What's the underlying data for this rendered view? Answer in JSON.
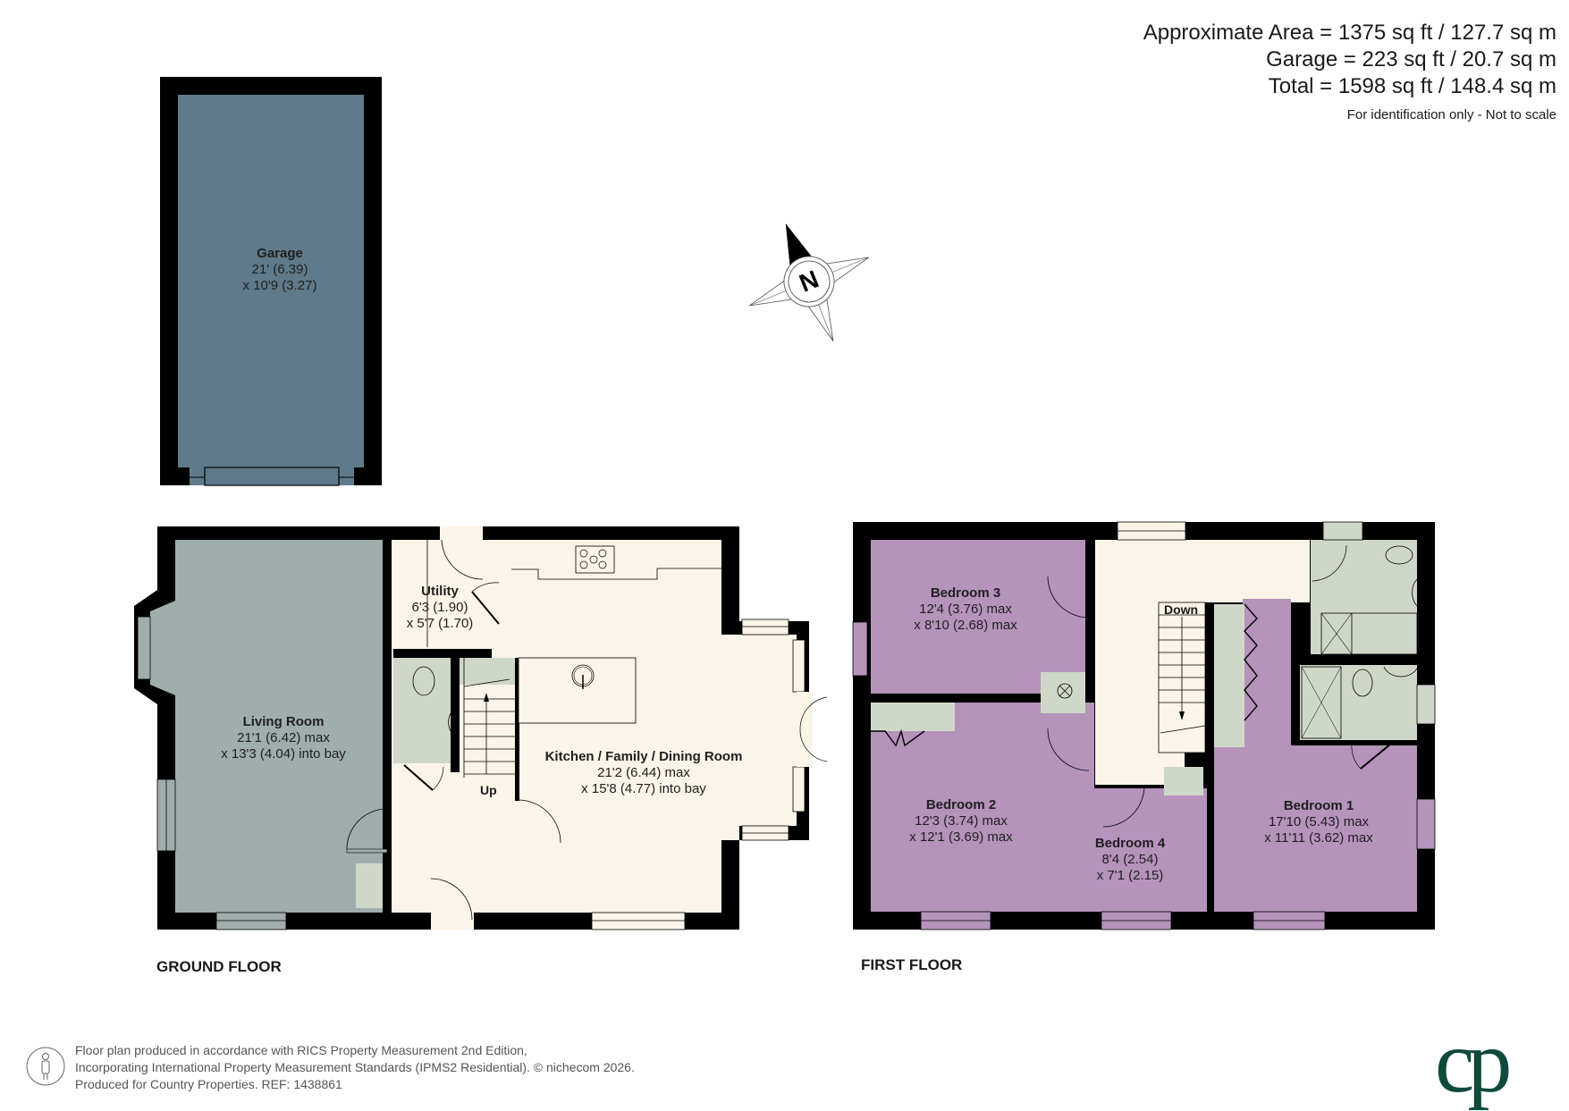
{
  "areas": {
    "approximate": "Approximate Area = 1375 sq ft / 127.7 sq m",
    "garage": "Garage = 223 sq ft / 20.7 sq m",
    "total": "Total = 1598 sq ft / 148.4 sq m",
    "note": "For identification only - Not to scale"
  },
  "compass": {
    "label": "N",
    "icon": "compass-rose-icon"
  },
  "garage": {
    "name": "Garage",
    "dim1": "21' (6.39)",
    "dim2": "x 10'9 (3.27)",
    "color": "#5f7a8a"
  },
  "ground_floor": {
    "label": "GROUND FLOOR",
    "rooms": {
      "living": {
        "name": "Living Room",
        "dim1": "21'1 (6.42) max",
        "dim2": "x 13'3 (4.04) into bay",
        "color": "#9fadac"
      },
      "utility": {
        "name": "Utility",
        "dim1": "6'3 (1.90)",
        "dim2": "x 5'7 (1.70)"
      },
      "kitchen": {
        "name": "Kitchen / Family / Dining Room",
        "dim1": "21'2 (6.44) max",
        "dim2": "x 15'8 (4.77) into bay"
      }
    },
    "stairs_label": "Up"
  },
  "first_floor": {
    "label": "FIRST FLOOR",
    "rooms": {
      "bedroom3": {
        "name": "Bedroom 3",
        "dim1": "12'4 (3.76) max",
        "dim2": "x 8'10 (2.68) max"
      },
      "bedroom2": {
        "name": "Bedroom 2",
        "dim1": "12'3 (3.74) max",
        "dim2": "x 12'1 (3.69) max"
      },
      "bedroom4": {
        "name": "Bedroom 4",
        "dim1": "8'4 (2.54)",
        "dim2": "x 7'1 (2.15)"
      },
      "bedroom1": {
        "name": "Bedroom 1",
        "dim1": "17'10 (5.43) max",
        "dim2": "x 11'11 (3.62) max"
      }
    },
    "stairs_label": "Down"
  },
  "colors": {
    "wall": "#000000",
    "hall": "#fbf4e8",
    "wet_room": "#cfd8c8",
    "bedroom": "#b593bb",
    "logo": "#0f4a3c"
  },
  "footer": {
    "line1": "Floor plan produced in accordance with RICS Property Measurement 2nd Edition,",
    "line2": "Incorporating International Property Measurement Standards (IPMS2 Residential).   © nichecom 2026.",
    "line3": "Produced for Country Properties.   REF: 1438861"
  },
  "logo": {
    "text": "cp"
  }
}
